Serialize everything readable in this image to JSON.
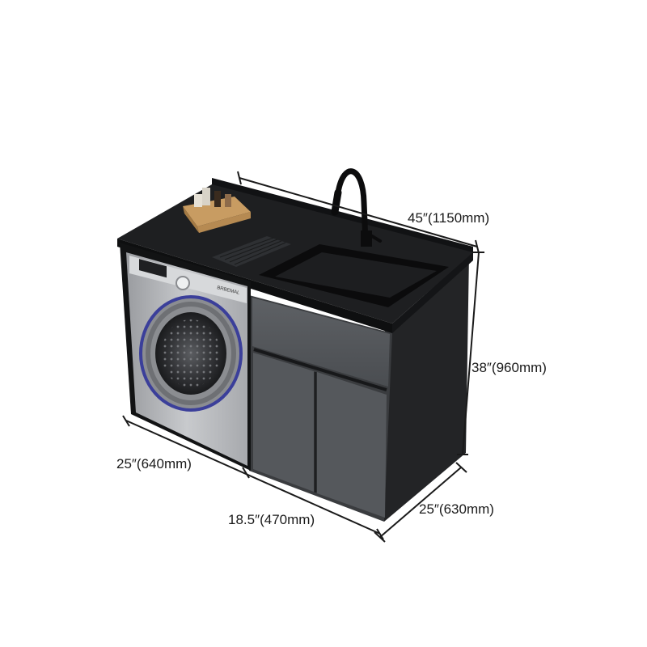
{
  "product": {
    "machine_brand": "BRBEMAL"
  },
  "dimensions": {
    "total_width": "45″(1150mm)",
    "height": "38″(960mm)",
    "washer_section_width": "25″(640mm)",
    "cabinet_section_width": "18.5″(470mm)",
    "depth": "25″(630mm)"
  },
  "colors": {
    "countertop": "#1b1c1e",
    "cabinet_front": "#55585c",
    "cabinet_side": "#2a2b2d",
    "washer_body": "#b9bbbe",
    "washer_ring": "#3b3f9a",
    "dimension_line": "#1a1a1a"
  }
}
